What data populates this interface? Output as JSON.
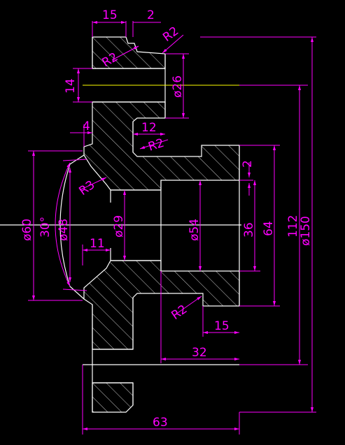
{
  "drawing": {
    "dimensions": {
      "top_15": "15",
      "top_2": "2",
      "top_r2": "R2",
      "r2_inner": "R2",
      "left_14": "14",
      "dia_26": "ø26",
      "left_4": "4",
      "mid_12": "12",
      "r2_mid": "R2",
      "r3": "R3",
      "right_2": "2",
      "dia_60": "ø60",
      "angle_30": "30°",
      "dia_48": "ø48",
      "dia_29": "ø29",
      "dia_54": "ø54",
      "v_36": "36",
      "v_64": "64",
      "v_112": "112",
      "dia_150": "ø150",
      "h_11": "11",
      "r2_low": "R2",
      "h_15": "15",
      "h_32": "32",
      "h_63": "63"
    },
    "colors": {
      "background": "#000000",
      "outline": "#ffffff",
      "dimension": "#ff00ff",
      "centerline": "#ffff00"
    }
  }
}
